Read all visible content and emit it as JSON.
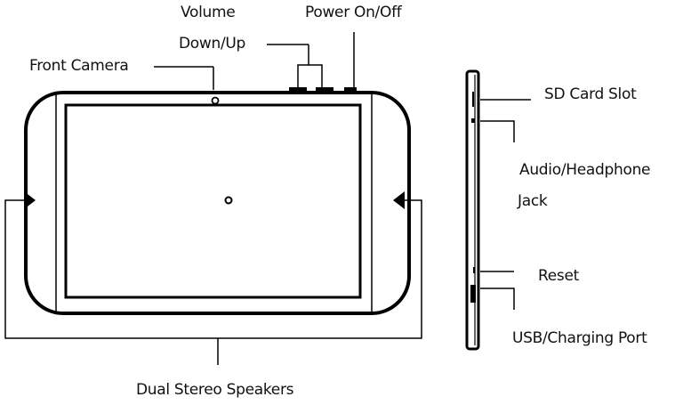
{
  "labels": {
    "volume_line1": "Volume",
    "volume_line2": "Down/Up",
    "power": "Power On/Off",
    "front_camera": "Front Camera",
    "sd_card": "SD Card Slot",
    "audio_line1": "Audio/Headphone",
    "audio_line2": "Jack",
    "reset": "Reset",
    "usb": "USB/Charging Port",
    "speakers": "Dual Stereo Speakers"
  },
  "colors": {
    "stroke": "#000000",
    "text": "#111111",
    "background": "#ffffff"
  }
}
